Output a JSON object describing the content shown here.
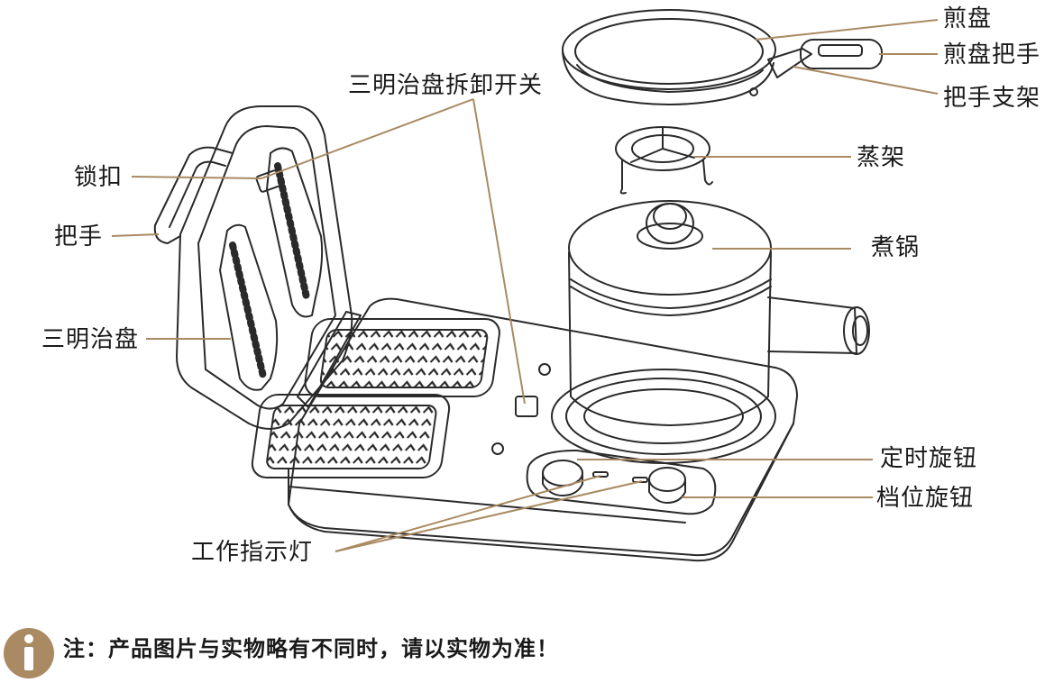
{
  "labels": {
    "frying_pan": "煎盘",
    "pan_handle": "煎盘把手",
    "handle_bracket": "把手支架",
    "sandwich_release_switch": "三明治盘拆卸开关",
    "lock_buckle": "锁扣",
    "handle": "把手",
    "steam_rack": "蒸架",
    "cooking_pot": "煮锅",
    "sandwich_plate": "三明治盘",
    "timer_knob": "定时旋钮",
    "gear_knob": "档位旋钮",
    "indicator_light": "工作指示灯"
  },
  "note": {
    "icon": "info-icon",
    "text": "注：产品图片与实物略有不同时，请以实物为准！",
    "icon_color": "#a98a63"
  },
  "colors": {
    "leader_line": "#a98a63",
    "outline": "#2a2a2a"
  }
}
